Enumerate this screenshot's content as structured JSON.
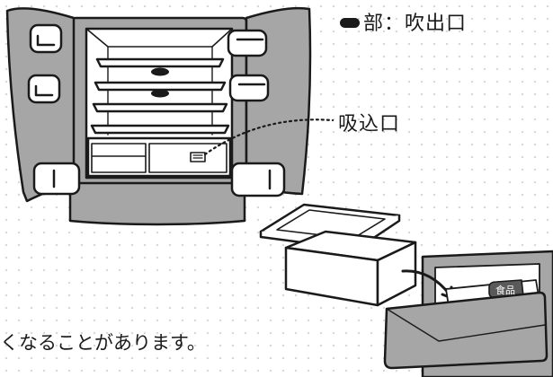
{
  "labels": {
    "legend_text": "部：吹出口",
    "intake_text": "吸込口",
    "note_text": "くなることがあります。",
    "food_tag": "食品"
  },
  "icons": {
    "legend_marker": "black-oval-outlet-marker"
  },
  "colors": {
    "fridge_body": "#a6a6a6",
    "interior": "#ffffff",
    "outline": "#1a1a1a",
    "background_dots": "#d9d9d9",
    "food_tag": "#5a5a5a"
  }
}
